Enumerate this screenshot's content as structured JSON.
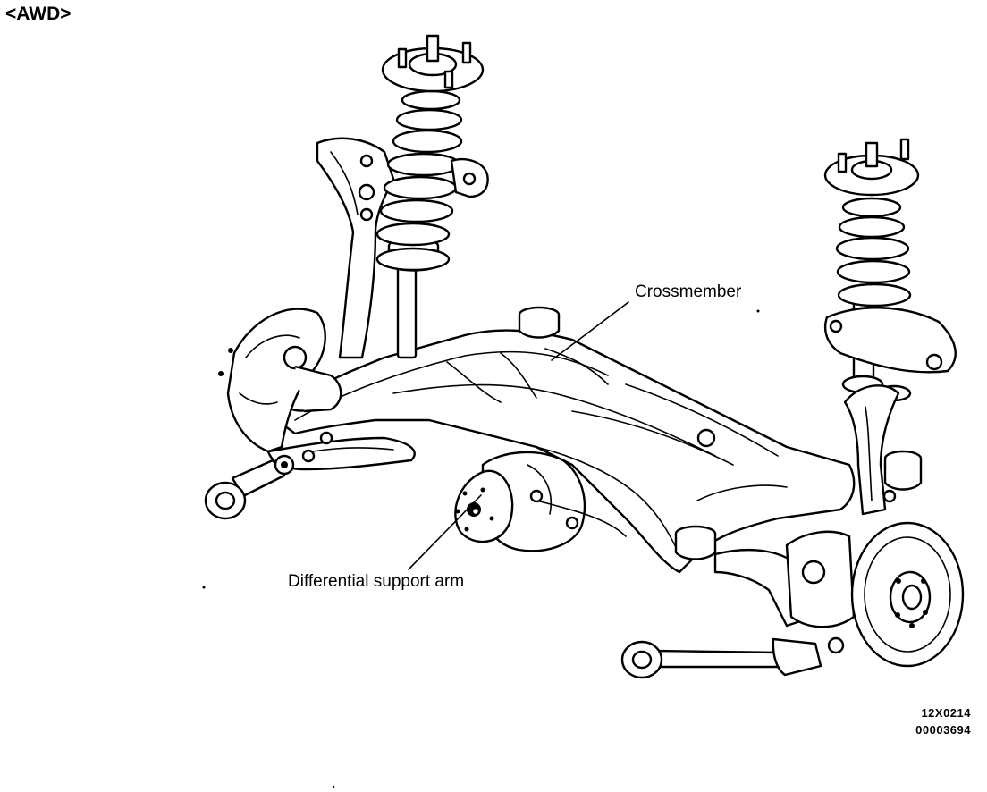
{
  "diagram": {
    "tag": "<AWD>",
    "labels": {
      "crossmember": "Crossmember",
      "differential_support_arm": "Differential support arm"
    },
    "codes": {
      "figure_code": "12X0214",
      "document_code": "00003694"
    }
  },
  "icons": {
    "diagram_art": "rear-suspension-assembly-illustration"
  }
}
